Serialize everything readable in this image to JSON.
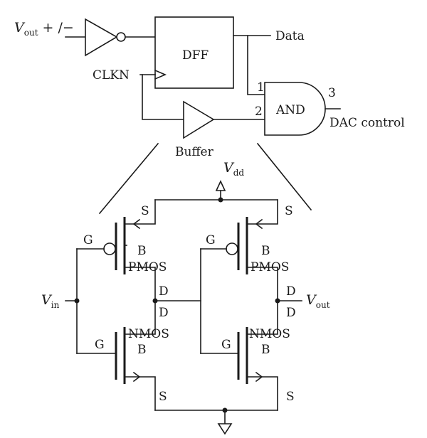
{
  "top": {
    "vout_pm": {
      "var": "V",
      "sub": "out",
      "rest": " + /−"
    },
    "dff": "DFF",
    "data": "Data",
    "clkn": "CLKN",
    "and": "AND",
    "pin1": "1",
    "pin2": "2",
    "pin3": "3",
    "dac": "DAC control",
    "buffer": "Buffer"
  },
  "bottom": {
    "vdd": {
      "var": "V",
      "sub": "dd"
    },
    "vin": {
      "var": "V",
      "sub": "in"
    },
    "vout": {
      "var": "V",
      "sub": "out"
    },
    "left": {
      "s_top": "S",
      "g_top": "G",
      "b_top": "B",
      "pmos": "PMOS",
      "d_top": "D",
      "d_bot": "D",
      "g_bot": "G",
      "nmos": "NMOS",
      "b_bot": "B",
      "s_bot": "S"
    },
    "right": {
      "s_top": "S",
      "g_top": "G",
      "b_top": "B",
      "pmos": "PMOS",
      "d_top": "D",
      "d_bot": "D",
      "g_bot": "G",
      "nmos": "NMOS",
      "b_bot": "B",
      "s_bot": "S"
    }
  }
}
